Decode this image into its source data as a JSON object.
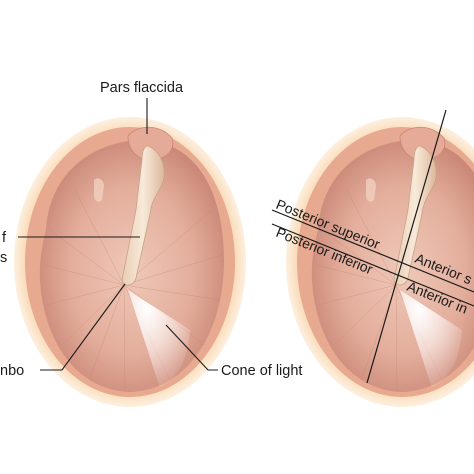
{
  "labels": {
    "pars_flaccida": "Pars flaccida",
    "handle_partial_1": "f",
    "handle_partial_2": "s",
    "umbo_partial": "nbo",
    "cone_of_light": "Cone of light",
    "posterior_superior": "Posterior superior",
    "posterior_inferior": "Posterior inferior",
    "anterior_superior_partial": "Anterior s",
    "anterior_inferior_partial": "Anterior in"
  },
  "colors": {
    "membrane": "#e7b6a5",
    "membrane_dark": "#cf8f7c",
    "rim": "#f4c79a",
    "glow": "#fbe7c8",
    "malleus": "#f1dcc6",
    "cone": "#fff8f2",
    "text": "#1a1a1a"
  }
}
